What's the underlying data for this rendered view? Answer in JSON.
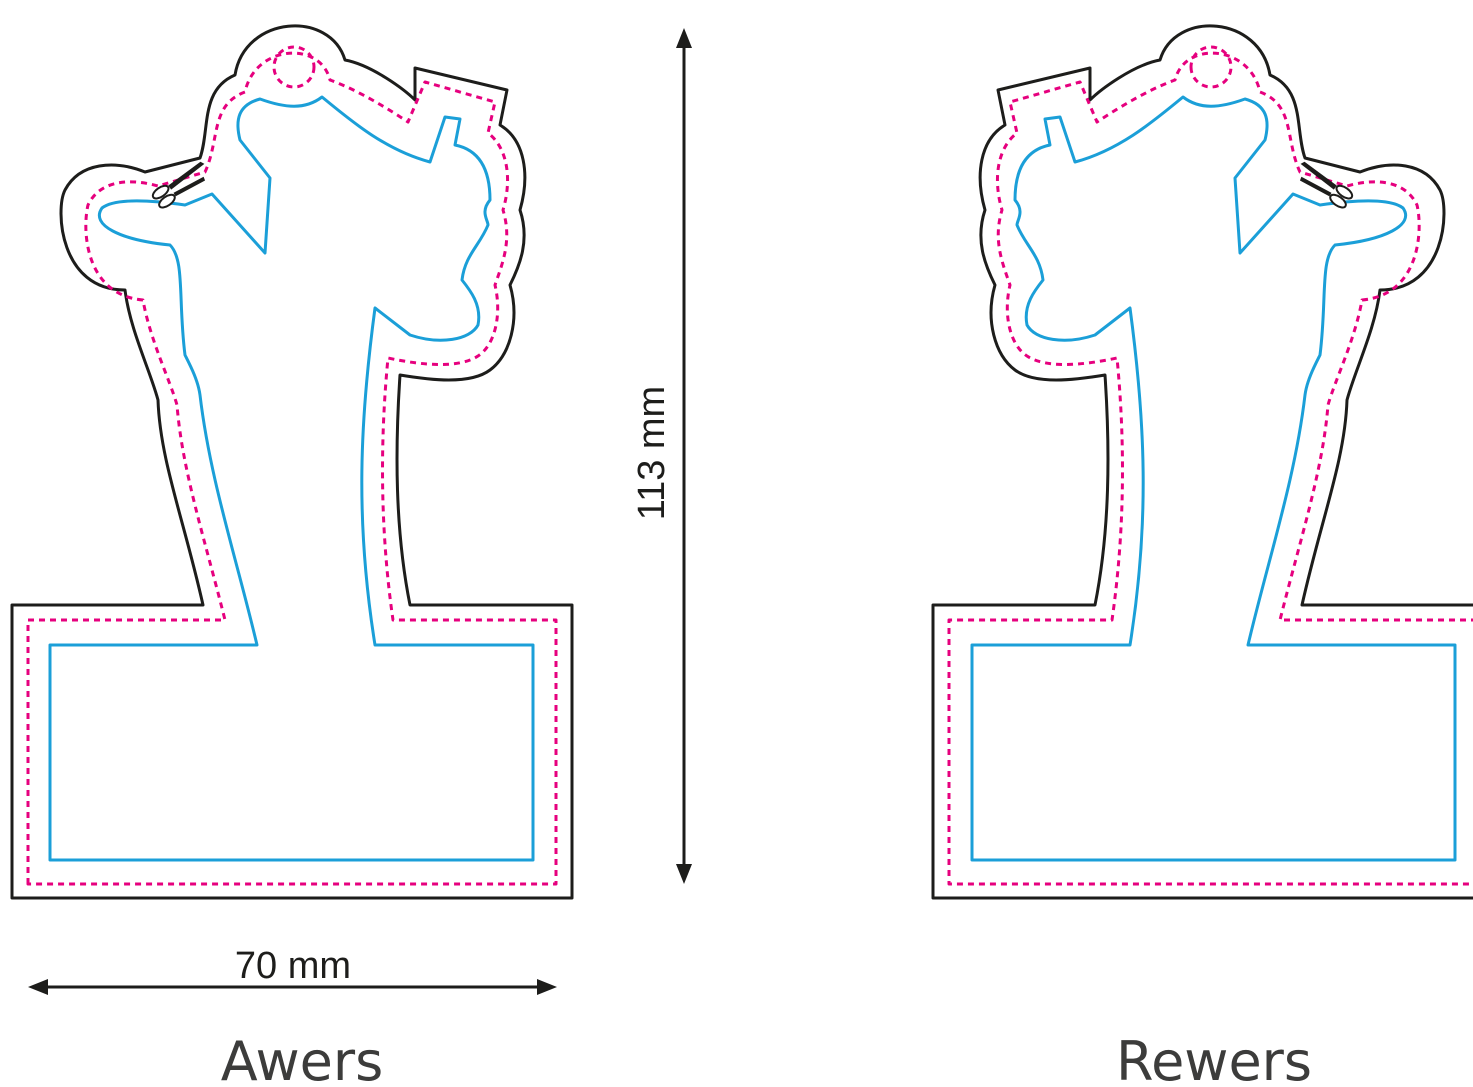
{
  "labels": {
    "front": "Awers",
    "back": "Rewers"
  },
  "dimensions": {
    "width": "70 mm",
    "height": "113 mm"
  },
  "colors": {
    "cut_line": "#1d1d1b",
    "bleed_line": "#e6007e",
    "safe_line": "#1b9fd8",
    "text": "#3c3c3b"
  },
  "icons": {
    "cut_marker": "scissors-icon"
  }
}
